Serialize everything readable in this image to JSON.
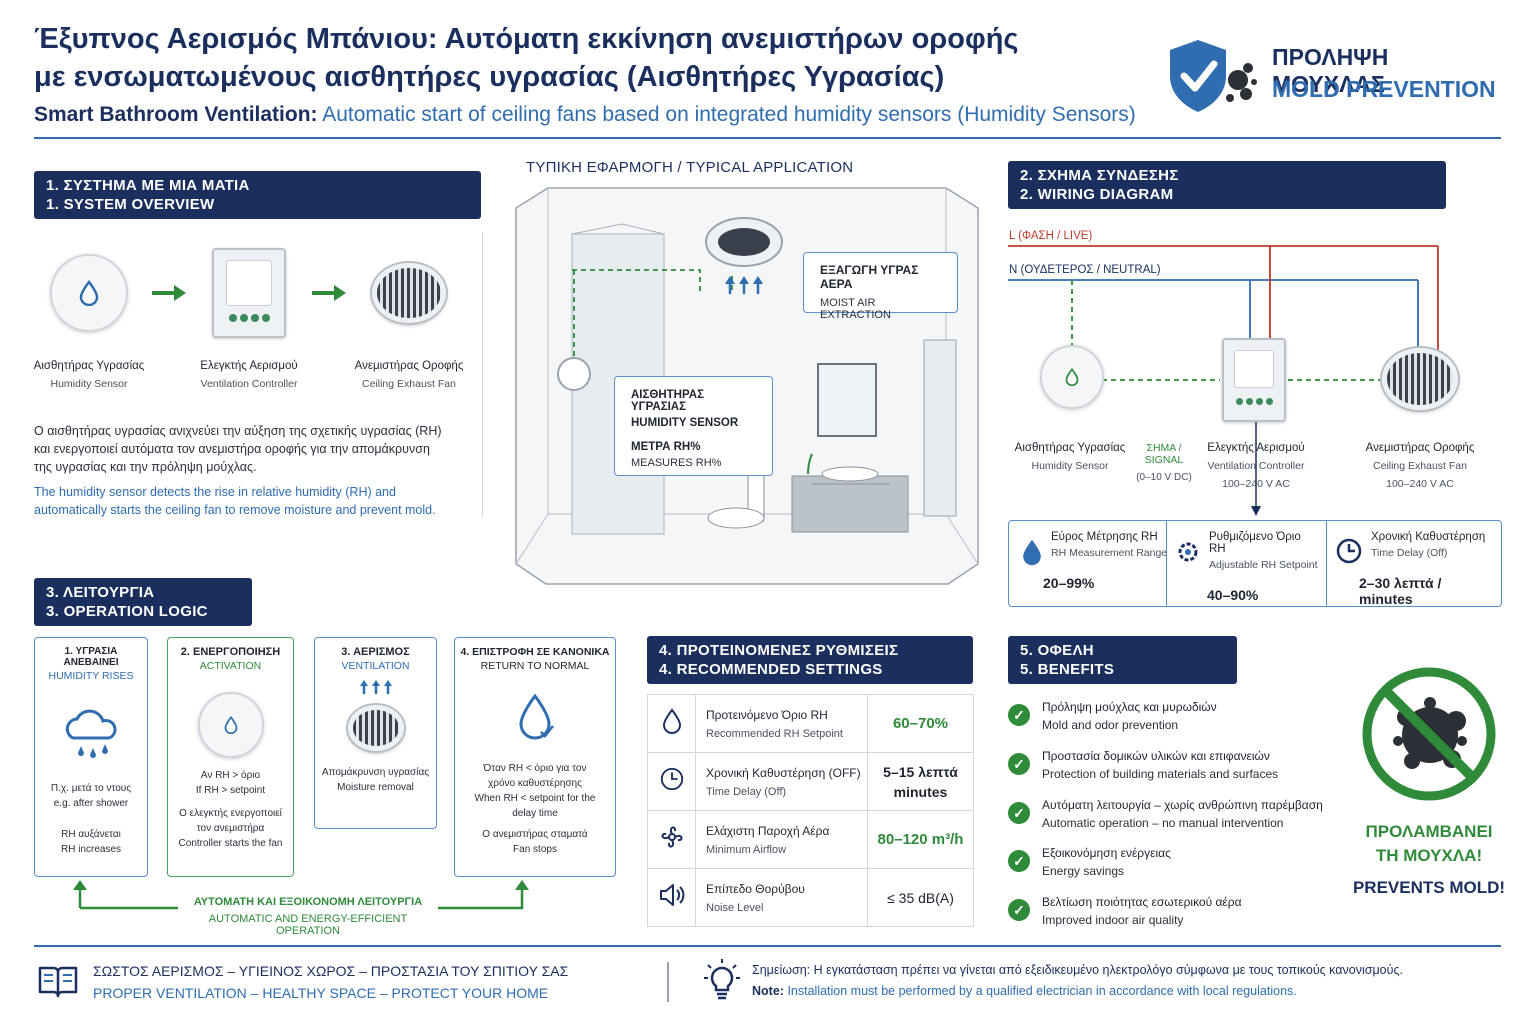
{
  "title": {
    "gr_line1": "Έξυπνος Αερισμός Μπάνιου: Αυτόματη εκκίνηση ανεμιστήρων οροφής",
    "gr_line2": "με ενσωματωμένους αισθητήρες υγρασίας (Αισθητήρες Υγρασίας)",
    "en_bold": "Smart Bathroom Ventilation:",
    "en_rest": "Automatic start of ceiling fans based on integrated humidity sensors (Humidity Sensors)"
  },
  "badge": {
    "gr": "ΠΡΟΛΗΨΗ ΜΟΥΧΛΑΣ",
    "en": "MOLD PREVENTION"
  },
  "overview": {
    "header_gr": "1. ΣΥΣΤΗΜΑ ΜΕ ΜΙΑ ΜΑΤΙΑ",
    "header_en": "1. SYSTEM OVERVIEW",
    "items": [
      {
        "gr": "Αισθητήρας Υγρασίας",
        "en": "Humidity Sensor"
      },
      {
        "gr": "Ελεγκτής Αερισμού",
        "en": "Ventilation Controller"
      },
      {
        "gr": "Ανεμιστήρας Οροφής",
        "en": "Ceiling Exhaust Fan"
      }
    ],
    "desc_gr": "Ο αισθητήρας υγρασίας ανιχνεύει την αύξηση της σχετικής υγρασίας (RH) και ενεργοποιεί αυτόματα τον ανεμιστήρα οροφής για την απομάκρυνση της υγρασίας και την πρόληψη μούχλας.",
    "desc_en": "The humidity sensor detects the rise in relative humidity (RH) and automatically starts the ceiling fan to remove moisture and prevent mold."
  },
  "application": {
    "title": "ΤΥΠΙΚΗ ΕΦΑΡΜΟΓΗ / TYPICAL APPLICATION",
    "extract_gr": "ΕΞΑΓΩΓΗ ΥΓΡΑΣ ΑΕΡΑ",
    "extract_en": "MOIST AIR EXTRACTION",
    "sensor_gr": "ΑΙΣΘΗΤΗΡΑΣ ΥΓΡΑΣΙΑΣ",
    "sensor_en": "HUMIDITY SENSOR",
    "measure_gr": "ΜΕΤΡΑ RH%",
    "measure_en": "MEASURES RH%"
  },
  "wiring": {
    "header_gr": "2. ΣΧΗΜΑ ΣΥΝΔΕΣΗΣ",
    "header_en": "2. WIRING DIAGRAM",
    "live": "L (ΦΑΣΗ / LIVE)",
    "neutral": "N (ΟΥΔΕΤΕΡΟΣ / NEUTRAL)",
    "sensor_gr": "Αισθητήρας Υγρασίας",
    "sensor_en": "Humidity Sensor",
    "signal": "ΣΗΜΑ / SIGNAL",
    "signal_v": "(0–10 V DC)",
    "ctrl_gr": "Ελεγκτής Αερισμού",
    "ctrl_en": "Ventilation Controller",
    "ctrl_v": "100–240 V AC",
    "fan_gr": "Ανεμιστήρας Οροφής",
    "fan_en": "Ceiling Exhaust Fan",
    "fan_v": "100–240 V AC",
    "specs": [
      {
        "gr": "Εύρος Μέτρησης RH",
        "en": "RH Measurement Range",
        "value": "20–99%",
        "icon": "drop-icon"
      },
      {
        "gr": "Ρυθμιζόμενο Όριο RH",
        "en": "Adjustable RH Setpoint",
        "value": "40–90%",
        "icon": "gear-icon"
      },
      {
        "gr": "Χρονική Καθυστέρηση",
        "en": "Time Delay (Off)",
        "value": "2–30 λεπτά / minutes",
        "icon": "clock-icon"
      }
    ]
  },
  "operation": {
    "header_gr": "3. ΛΕΙΤΟΥΡΓΙΑ",
    "header_en": "3. OPERATION LOGIC",
    "steps": [
      {
        "title_gr": "1. ΥΓΡΑΣΙΑ ΑΝΕΒΑΙΝΕΙ",
        "title_en": "HUMIDITY RISES",
        "l1": "Π.χ. μετά το ντους",
        "l2": "e.g. after shower",
        "l3": "RH αυξάνεται",
        "l4": "RH increases"
      },
      {
        "title_gr": "2. ΕΝΕΡΓΟΠΟΙΗΣΗ",
        "title_en": "ACTIVATION",
        "l1": "Αν RH > όριο",
        "l2": "If RH > setpoint",
        "l3": "Ο ελεγκτής ενεργοποιεί τον ανεμιστήρα",
        "l4": "Controller starts the fan"
      },
      {
        "title_gr": "3. ΑΕΡΙΣΜΟΣ",
        "title_en": "VENTILATION",
        "l1": "Απομάκρυνση υγρασίας",
        "l2": "Moisture removal"
      },
      {
        "title_gr": "4. ΕΠΙΣΤΡΟΦΗ ΣΕ ΚΑΝΟΝΙΚΑ",
        "title_en": "RETURN TO NORMAL",
        "l1": "Όταν RH < όριο για τον χρόνο καθυστέρησης",
        "l2": "When RH < setpoint for the delay time",
        "l3": "Ο ανεμιστήρας σταματά",
        "l4": "Fan stops"
      }
    ],
    "footer_gr": "ΑΥΤΟΜΑΤΗ ΚΑΙ ΕΞΟΙΚΟΝΟΜΗ ΛΕΙΤΟΥΡΓΙΑ",
    "footer_en": "AUTOMATIC AND ENERGY-EFFICIENT OPERATION"
  },
  "settings": {
    "header_gr": "4. ΠΡΟΤΕΙΝΟΜΕΝΕΣ ΡΥΘΜΙΣΕΙΣ",
    "header_en": "4. RECOMMENDED SETTINGS",
    "rows": [
      {
        "gr": "Προτεινόμενο Όριο RH",
        "en": "Recommended RH Setpoint",
        "value": "60–70%",
        "value2": "",
        "icon": "drop-icon",
        "green": true
      },
      {
        "gr": "Χρονική Καθυστέρηση (OFF)",
        "en": "Time Delay (Off)",
        "value": "5–15 λεπτά",
        "value2": "minutes",
        "icon": "clock-icon",
        "green": false
      },
      {
        "gr": "Ελάχιστη Παροχή Αέρα",
        "en": "Minimum Airflow",
        "value": "80–120 m³/h",
        "value2": "",
        "icon": "fan-icon",
        "green": true
      },
      {
        "gr": "Επίπεδο Θορύβου",
        "en": "Noise Level",
        "value": "≤ 35 dB(A)",
        "value2": "",
        "icon": "speaker-icon",
        "green": false
      }
    ]
  },
  "benefits": {
    "header_gr": "5. ΟΦΕΛΗ",
    "header_en": "5. BENEFITS",
    "items": [
      {
        "gr": "Πρόληψη μούχλας και μυρωδιών",
        "en": "Mold and odor prevention"
      },
      {
        "gr": "Προστασία δομικών υλικών και επιφανειών",
        "en": "Protection of building materials and surfaces"
      },
      {
        "gr": "Αυτόματη λειτουργία – χωρίς ανθρώπινη παρέμβαση",
        "en": "Automatic operation – no manual intervention"
      },
      {
        "gr": "Εξοικονόμηση ενέργειας",
        "en": "Energy savings"
      },
      {
        "gr": "Βελτίωση ποιότητας εσωτερικού αέρα",
        "en": "Improved indoor air quality"
      }
    ],
    "stamp_gr1": "ΠΡΟΛΑΜΒΑΝΕΙ",
    "stamp_gr2": "ΤΗ ΜΟΥΧΛΑ!",
    "stamp_en": "PREVENTS MOLD!"
  },
  "footer": {
    "left_gr": "ΣΩΣΤΟΣ ΑΕΡΙΣΜΟΣ – ΥΓΙΕΙΝΟΣ ΧΩΡΟΣ – ΠΡΟΣΤΑΣΙΑ ΤΟΥ ΣΠΙΤΙΟΥ ΣΑΣ",
    "left_en": "PROPER VENTILATION – HEALTHY SPACE – PROTECT YOUR HOME",
    "note_gr_label": "Σημείωση:",
    "note_gr": "Η εγκατάσταση πρέπει να γίνεται από εξειδικευμένο ηλεκτρολόγο σύμφωνα με τους τοπικούς κανονισμούς.",
    "note_en_label": "Note:",
    "note_en": "Installation must be performed by a qualified electrician in accordance with local regulations."
  },
  "colors": {
    "navy": "#1b2f5e",
    "blue": "#2f6db0",
    "green": "#2f8a3a",
    "live": "#c0392b",
    "neutral": "#2f6db0"
  }
}
